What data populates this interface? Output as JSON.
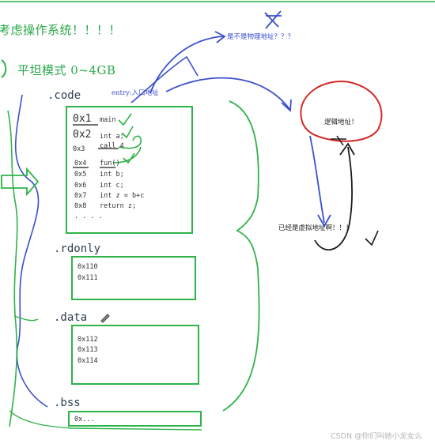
{
  "title": "考虑操作系统！！！！",
  "flat_mode": "平坦模式 0~4GB",
  "sections": {
    "code": ".code",
    "rdonly": ".rdonly",
    "data": ".data",
    "bss": ".bss"
  },
  "entry_label": "entry:入口地址",
  "question_note": "是不是物理地址？？？",
  "logical_note": "逻辑地址！",
  "virtual_note": "已经是虚拟地址啊！！！",
  "code_rows": [
    {
      "addr": "0x1",
      "code": "main"
    },
    {
      "addr": "0x2",
      "code": "int a;"
    },
    {
      "addr": "0x3",
      "code": "call 4"
    },
    {
      "addr": "0x4",
      "code": "fun()"
    },
    {
      "addr": "0x5",
      "code": "int b;"
    },
    {
      "addr": "0x6",
      "code": "int c;"
    },
    {
      "addr": "0x7",
      "code": "int z = b+c"
    },
    {
      "addr": "0x8",
      "code": "return z;"
    },
    {
      "addr": ". . . .",
      "code": ""
    }
  ],
  "rdonly_rows": [
    "0x110",
    "0x111"
  ],
  "data_rows": [
    "0x112",
    "0x113",
    "0x114"
  ],
  "bss_rows": [
    "0x..."
  ],
  "watermark": "CSDN @你们叫她小龙女么"
}
